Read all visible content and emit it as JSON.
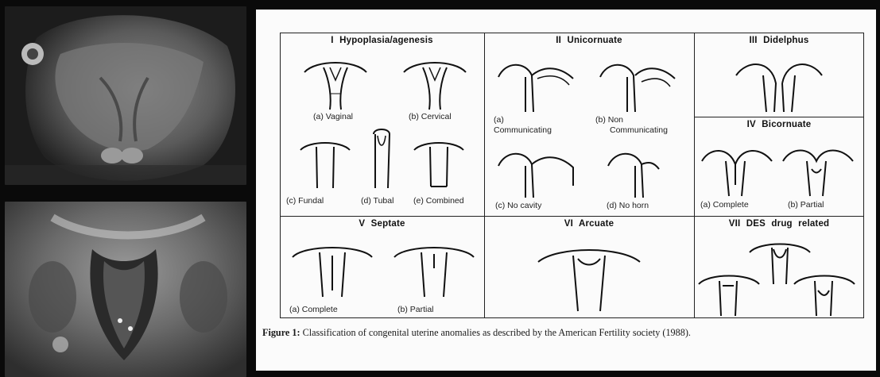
{
  "panels": [
    {
      "roman": "I",
      "name": "Hypoplasia/agenesis",
      "labels": [
        "(a) Vaginal",
        "(b) Cervical",
        "(c) Fundal",
        "(d) Tubal",
        "(e) Combined"
      ]
    },
    {
      "roman": "II",
      "name": "Unicornuate",
      "labels": [
        "(a)",
        "Communicating",
        "(b) Non",
        "Communicating",
        "(c) No cavity",
        "(d) No horn"
      ]
    },
    {
      "roman": "III",
      "name": "Didelphus",
      "labels": []
    },
    {
      "roman": "IV",
      "name": "Bicornuate",
      "labels": [
        "(a) Complete",
        "(b) Partial"
      ]
    },
    {
      "roman": "V",
      "name": "Septate",
      "labels": [
        "(a) Complete",
        "(b) Partial"
      ]
    },
    {
      "roman": "VI",
      "name": "Arcuate",
      "labels": []
    },
    {
      "roman": "VII",
      "name": "DES drug related",
      "labels": []
    }
  ],
  "caption": {
    "label": "Figure 1:",
    "text": "Classification of congenital uterine anomalies as described by the American Fertility society (1988)."
  }
}
